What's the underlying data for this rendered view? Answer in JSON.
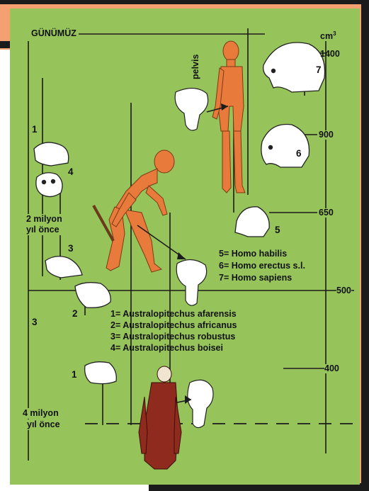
{
  "header": {
    "today_label": "GÜNÜMÜZ",
    "unit_label": "cm",
    "unit_sup": "3"
  },
  "volume_marks": [
    {
      "value": "1400"
    },
    {
      "value": "900"
    },
    {
      "value": "650"
    },
    {
      "value": "500"
    },
    {
      "value": "400"
    }
  ],
  "time_labels": {
    "two_million_1": "2 milyon",
    "two_million_2": "yıl önce",
    "four_million_1": "4 milyon",
    "four_million_2": "yıl önce"
  },
  "body_labels": {
    "pelvis": "pelvis"
  },
  "species_numbers": [
    "1",
    "4",
    "3",
    "2",
    "1",
    "3",
    "5",
    "6",
    "7"
  ],
  "homo_legend": [
    "5= Homo habilis",
    "6= Homo erectus s.l.",
    "7= Homo sapiens"
  ],
  "australopith_legend": [
    "1= Australopitechus afarensis",
    "2= Australopitechus africanus",
    "3= Australopitechus robustus",
    "4= Australopitechus boisei"
  ],
  "colors": {
    "background": "#96c45a",
    "frame": "#f4a070",
    "border": "#1b1b1b",
    "figure_modern": "#e87b3c",
    "figure_ape": "#8f2a1e",
    "skull": "#ffffff"
  }
}
